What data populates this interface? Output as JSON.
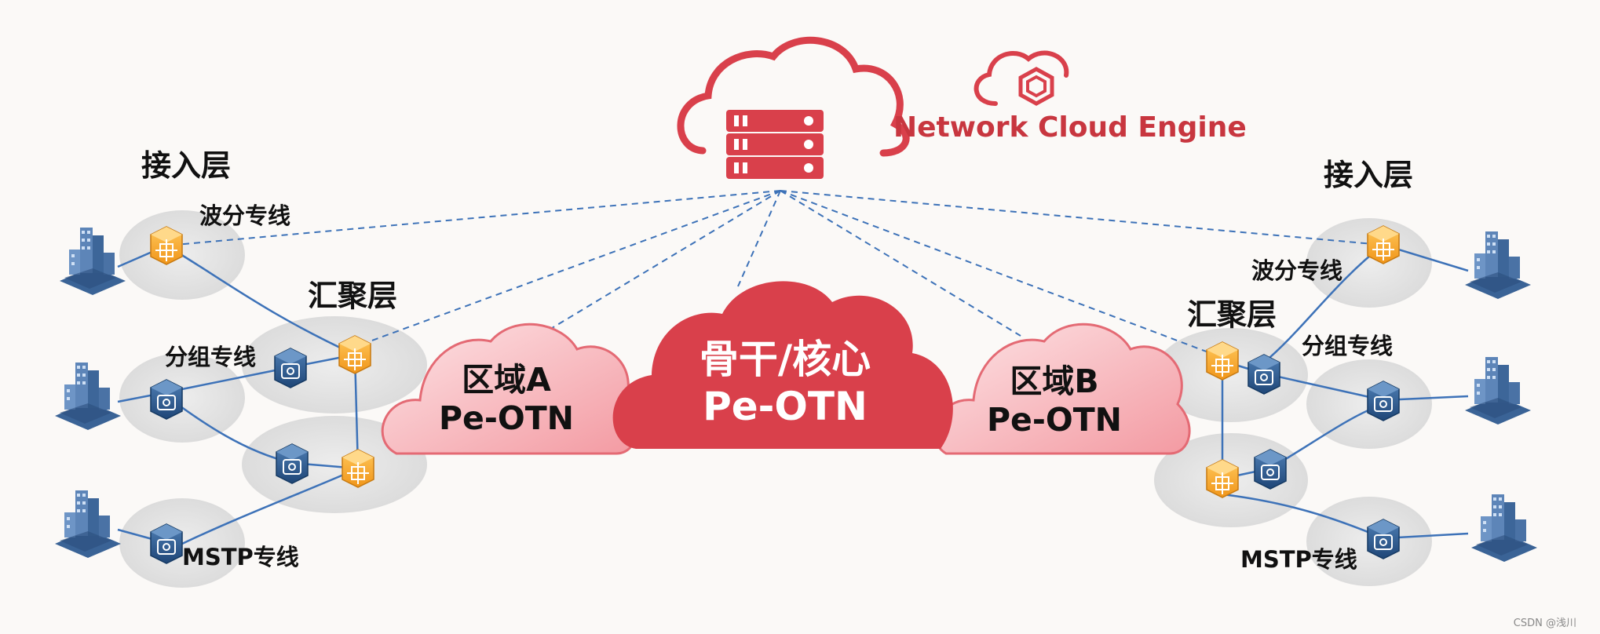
{
  "nce": {
    "label": "Network Cloud Engine"
  },
  "core": {
    "line1": "骨干/核心",
    "line2": "Pe-OTN"
  },
  "region_a": {
    "line1": "区域A",
    "line2": "Pe-OTN"
  },
  "region_b": {
    "line1": "区域B",
    "line2": "Pe-OTN"
  },
  "left": {
    "access_layer": "接入层",
    "aggregation_layer": "汇聚层",
    "wavelength_line": "波分专线",
    "packet_line": "分组专线",
    "mstp_line": "MSTP专线"
  },
  "right": {
    "access_layer": "接入层",
    "aggregation_layer": "汇聚层",
    "wavelength_line": "波分专线",
    "packet_line": "分组专线",
    "mstp_line": "MSTP专线"
  },
  "watermark": "CSDN @浅川",
  "colors": {
    "brand_red": "#d9404b",
    "cloud_pink": "#f7b3b8",
    "dashed_link": "#3d72b8",
    "wdm_device": "#f5a623",
    "packet_device": "#2f5b8e",
    "ring_gray": "#e3e3e3"
  },
  "icons": {
    "nce": "cloud-server-icon",
    "brand": "cloud-hexagon-logo-icon",
    "wdm": "orange-wdm-device-icon",
    "packet": "blue-packet-device-icon",
    "site": "building-icon"
  }
}
